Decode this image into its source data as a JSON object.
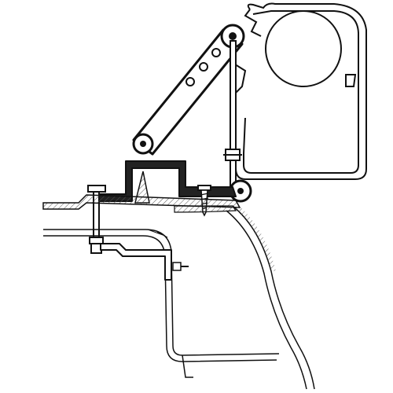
{
  "diagram": {
    "kind": "technical-line-drawing",
    "colors": {
      "background": "#ffffff",
      "line": "#111111",
      "hatch": "#555555"
    },
    "parts": [
      {
        "id": "awning-housing",
        "icon": "awning-cassette-profile"
      },
      {
        "id": "awning-roller",
        "icon": "circle"
      },
      {
        "id": "adjustable-arm",
        "icon": "slotted-bar"
      },
      {
        "id": "vertical-rod",
        "icon": "rod"
      },
      {
        "id": "mounting-bracket",
        "icon": "bracket"
      },
      {
        "id": "clamp-bolt",
        "icon": "bolt"
      },
      {
        "id": "self-tapping-screw",
        "icon": "screw"
      },
      {
        "id": "roof-gutter",
        "icon": "hatched-panel"
      },
      {
        "id": "vehicle-body-wall",
        "icon": "hatched-panel"
      },
      {
        "id": "l-bracket",
        "icon": "l-bracket"
      }
    ]
  }
}
